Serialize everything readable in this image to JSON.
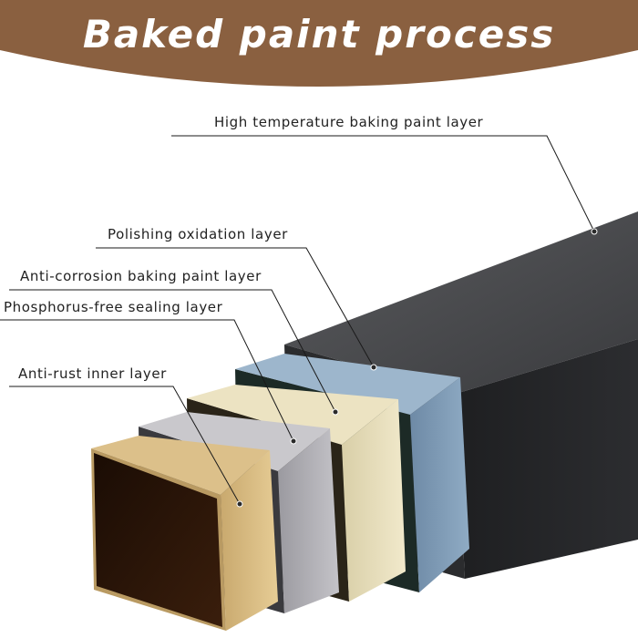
{
  "title": "Baked paint process",
  "layers": [
    {
      "id": "high-temperature-baking-paint-layer",
      "label": "High temperature baking paint layer",
      "color": "#3b3c3e"
    },
    {
      "id": "polishing-oxidation-layer",
      "label": "Polishing oxidation layer",
      "color": "#7f9db8"
    },
    {
      "id": "anti-corrosion-baking-paint-layer",
      "label": "Anti-corrosion baking paint layer",
      "color": "#e8dfbd"
    },
    {
      "id": "phosphorus-free-sealing-layer",
      "label": "Phosphorus-free sealing layer",
      "color": "#b2b1b6"
    },
    {
      "id": "anti-rust-inner-layer",
      "label": "Anti-rust inner layer",
      "color": "#dcc08a"
    }
  ],
  "colors": {
    "banner": "#8a6040",
    "banner_text": "#ffffff",
    "inner_cavity": "#2a1408"
  }
}
